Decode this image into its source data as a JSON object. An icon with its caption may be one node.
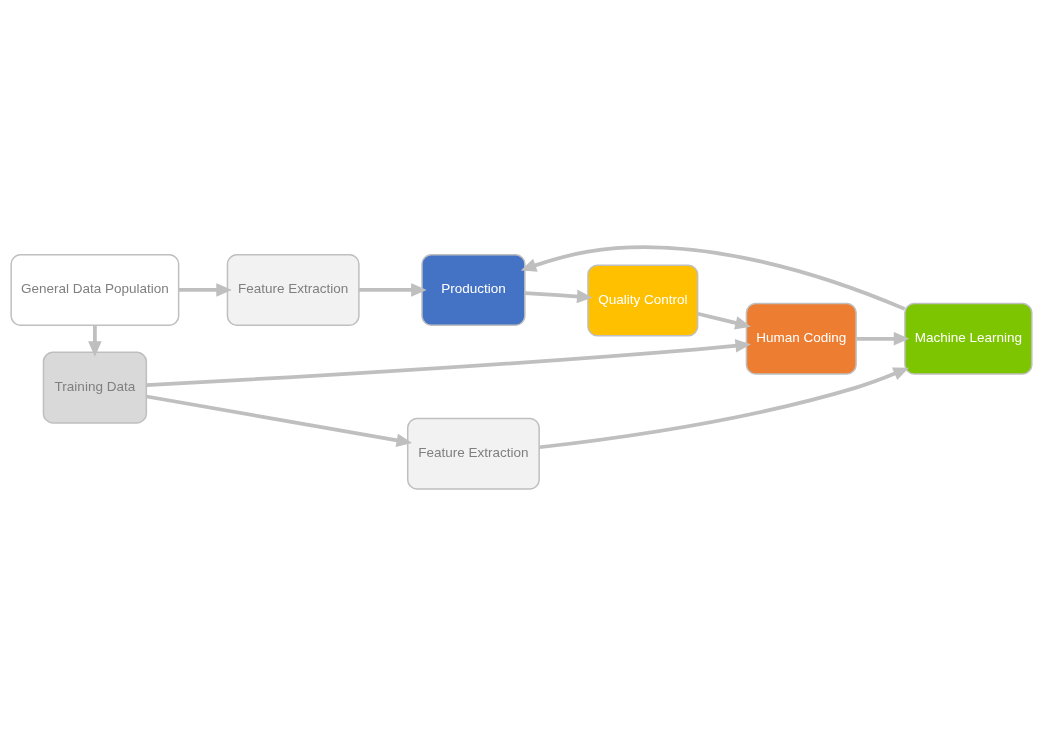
{
  "diagram": {
    "nodes": [
      {
        "text": [
          "General Data Population"
        ]
      },
      {
        "text": [
          "Feature Extraction"
        ]
      },
      {
        "text": [
          "Training Data"
        ]
      },
      {
        "text": [
          "Feature Extraction"
        ]
      },
      {
        "text": [
          "Human Coding"
        ]
      },
      {
        "text": [
          "Machine Learning"
        ]
      },
      {
        "text": [
          "Production"
        ]
      },
      {
        "text": [
          "Quality Control"
        ]
      }
    ],
    "edges": [
      {
        "from": 0,
        "to": 1,
        "arrow": "to"
      },
      {
        "from": 0,
        "to": 2,
        "arrow": "to"
      },
      {
        "from": 1,
        "to": 6,
        "arrow": "to"
      },
      {
        "from": 2,
        "to": 3,
        "arrow": "to"
      },
      {
        "from": 2,
        "to": 4,
        "arrow": "to"
      },
      {
        "from": 3,
        "to": 5,
        "arrow": "to"
      },
      {
        "from": 4,
        "to": 5,
        "arrow": "to"
      },
      {
        "from": 5,
        "to": 6,
        "arrow": "to"
      },
      {
        "from": 6,
        "to": 7,
        "arrow": "to"
      },
      {
        "from": 7,
        "to": 4,
        "arrow": "to"
      }
    ]
  }
}
